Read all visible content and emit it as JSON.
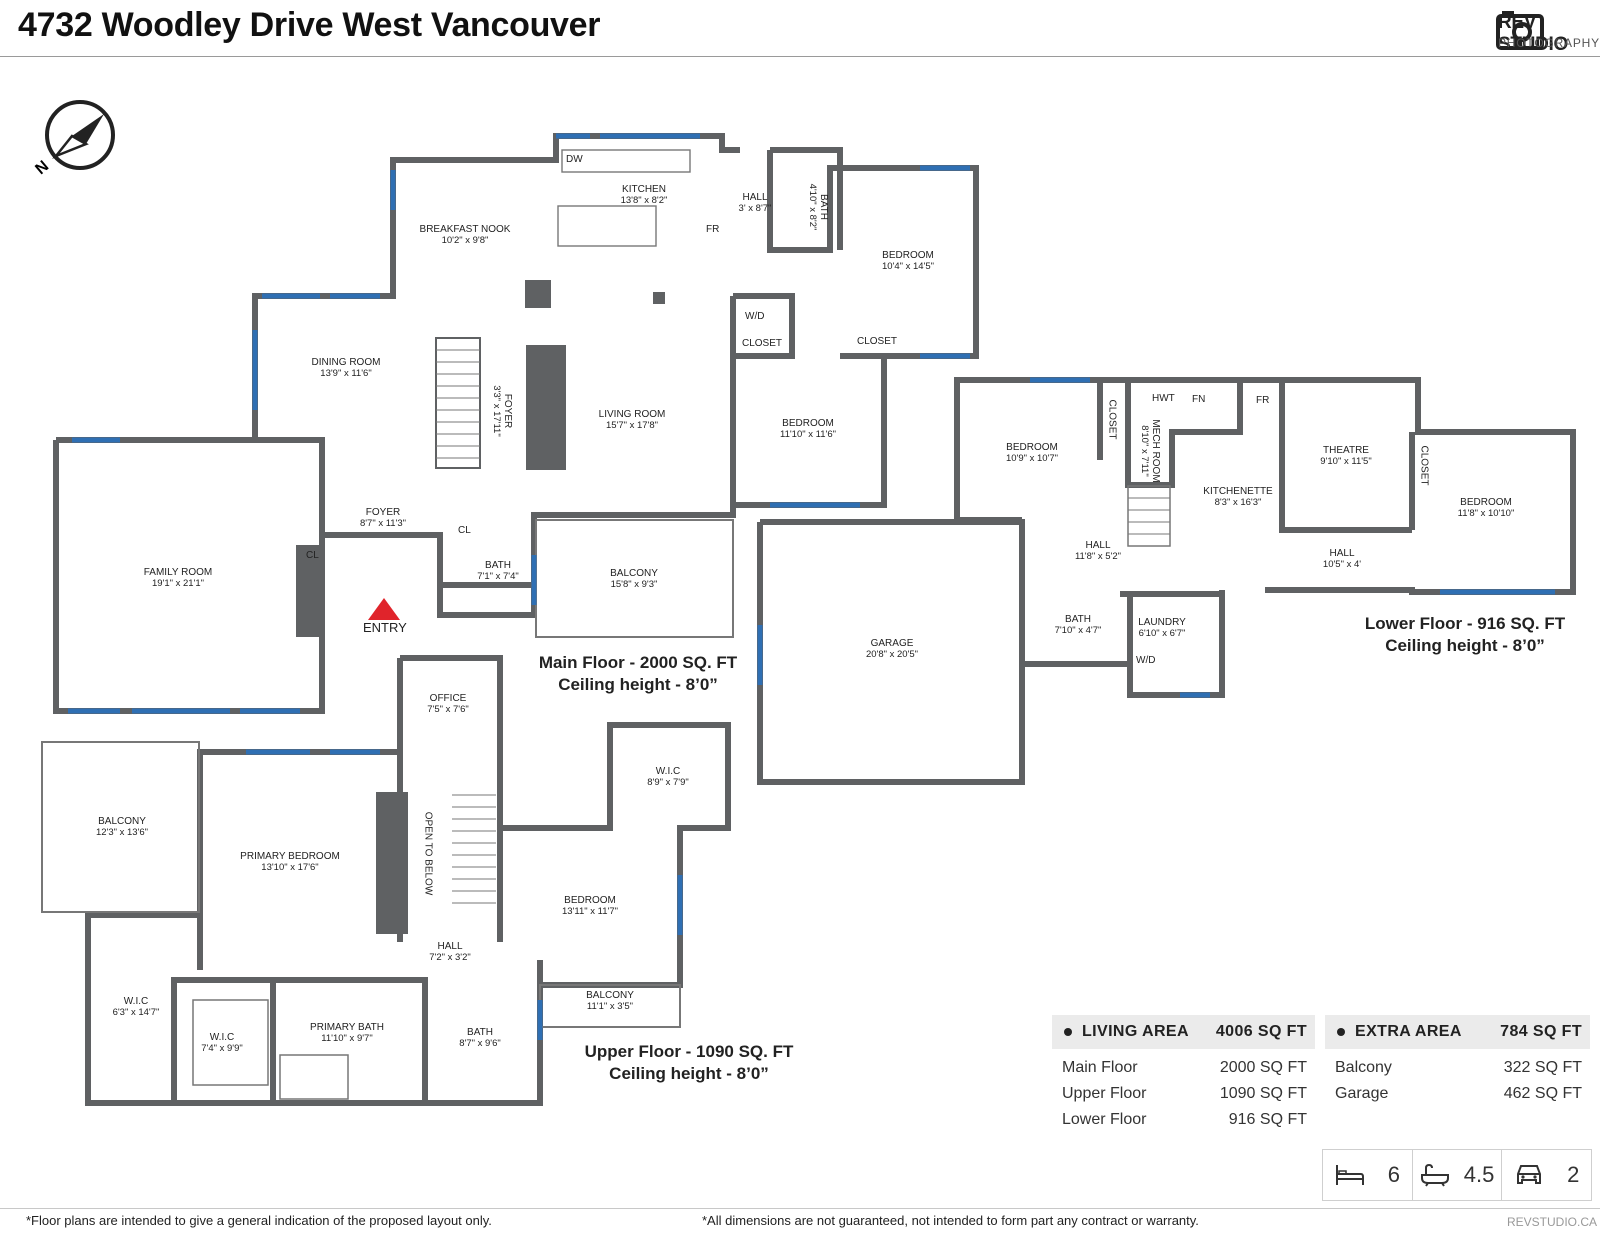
{
  "header": {
    "title": "4732 Woodley Drive West Vancouver",
    "brand_name": "REV STUDIO",
    "brand_sub": "PHOTOGRAPHY"
  },
  "compass": {
    "north_label": "N"
  },
  "entry_label": "ENTRY",
  "fixtures": [
    "DW",
    "FR",
    "W/D",
    "CLOSET",
    "CL",
    "HWT",
    "FN",
    "W/D"
  ],
  "rooms": {
    "kitchen": {
      "name": "KITCHEN",
      "dim": "13'8\" x 8'2\""
    },
    "breakfast_nook": {
      "name": "BREAKFAST NOOK",
      "dim": "10'2\" x 9'8\""
    },
    "hall_main": {
      "name": "HALL",
      "dim": "3' x 8'7\""
    },
    "bath_main_upper": {
      "name": "BATH",
      "dim": "4'10\" x 8'2\""
    },
    "bedroom_main_1": {
      "name": "BEDROOM",
      "dim": "10'4\" x 14'5\""
    },
    "dining_room": {
      "name": "DINING ROOM",
      "dim": "13'9\" x 11'6\""
    },
    "foyer_stair": {
      "name": "FOYER",
      "dim": "3'3\" x 17'11\""
    },
    "living_room": {
      "name": "LIVING ROOM",
      "dim": "15'7\" x 17'8\""
    },
    "bedroom_main_2": {
      "name": "BEDROOM",
      "dim": "11'10\" x 11'6\""
    },
    "family_room": {
      "name": "FAMILY ROOM",
      "dim": "19'1\" x 21'1\""
    },
    "foyer": {
      "name": "FOYER",
      "dim": "8'7\" x 11'3\""
    },
    "bath_main": {
      "name": "BATH",
      "dim": "7'1\" x 7'4\""
    },
    "balcony_main": {
      "name": "BALCONY",
      "dim": "15'8\" x 9'3\""
    },
    "office": {
      "name": "OFFICE",
      "dim": "7'5\" x 7'6\""
    },
    "wic_upper_1": {
      "name": "W.I.C",
      "dim": "8'9\" x 7'9\""
    },
    "balcony_upper_1": {
      "name": "BALCONY",
      "dim": "12'3\" x 13'6\""
    },
    "primary_bedroom": {
      "name": "PRIMARY BEDROOM",
      "dim": "13'10\" x 17'6\""
    },
    "open_to_below": {
      "name": "OPEN TO BELOW",
      "dim": ""
    },
    "bedroom_upper": {
      "name": "BEDROOM",
      "dim": "13'11\" x 11'7\""
    },
    "hall_upper": {
      "name": "HALL",
      "dim": "7'2\" x 3'2\""
    },
    "wic_upper_2": {
      "name": "W.I.C",
      "dim": "6'3\" x 14'7\""
    },
    "wic_upper_3": {
      "name": "W.I.C",
      "dim": "7'4\" x 9'9\""
    },
    "primary_bath": {
      "name": "PRIMARY BATH",
      "dim": "11'10\" x 9'7\""
    },
    "bath_upper": {
      "name": "BATH",
      "dim": "8'7\" x 9'6\""
    },
    "balcony_upper_2": {
      "name": "BALCONY",
      "dim": "11'1\" x 3'5\""
    },
    "bedroom_lower_1": {
      "name": "BEDROOM",
      "dim": "10'9\" x 10'7\""
    },
    "closet_lower_1": {
      "name": "CLOSET",
      "dim": ""
    },
    "mech_room": {
      "name": "MECH ROOM",
      "dim": "8'10\" x 7'11\""
    },
    "kitchenette": {
      "name": "KITCHENETTE",
      "dim": "8'3\" x 16'3\""
    },
    "theatre": {
      "name": "THEATRE",
      "dim": "9'10\" x 11'5\""
    },
    "closet_lower_2": {
      "name": "CLOSET",
      "dim": ""
    },
    "bedroom_lower_2": {
      "name": "BEDROOM",
      "dim": "11'8\" x 10'10\""
    },
    "hall_lower_1": {
      "name": "HALL",
      "dim": "11'8\" x 5'2\""
    },
    "hall_lower_2": {
      "name": "HALL",
      "dim": "10'5\" x 4'"
    },
    "garage": {
      "name": "GARAGE",
      "dim": "20'8\" x 20'5\""
    },
    "bath_lower": {
      "name": "BATH",
      "dim": "7'10\" x 4'7\""
    },
    "laundry": {
      "name": "LAUNDRY",
      "dim": "6'10\" x 6'7\""
    }
  },
  "floors": {
    "main": {
      "title": "Main Floor - 2000 SQ. FT",
      "ceiling": "Ceiling height - 8’0”"
    },
    "upper": {
      "title": "Upper Floor - 1090 SQ. FT",
      "ceiling": "Ceiling height - 8’0”"
    },
    "lower": {
      "title": "Lower Floor - 916  SQ. FT",
      "ceiling": "Ceiling height - 8’0”"
    }
  },
  "living_area": {
    "label": "LIVING AREA",
    "total": "4006 SQ FT",
    "rows": [
      {
        "name": "Main Floor",
        "value": "2000 SQ FT"
      },
      {
        "name": "Upper Floor",
        "value": "1090 SQ FT"
      },
      {
        "name": "Lower Floor",
        "value": "916 SQ FT"
      }
    ]
  },
  "extra_area": {
    "label": "EXTRA AREA",
    "total": "784 SQ FT",
    "rows": [
      {
        "name": "Balcony",
        "value": "322 SQ FT"
      },
      {
        "name": "Garage",
        "value": "462 SQ FT"
      }
    ]
  },
  "summary": {
    "bedrooms": "6",
    "bathrooms": "4.5",
    "parking": "2"
  },
  "footer": {
    "left": "*Floor plans are intended to give a general indication of the proposed layout only.",
    "right": "*All dimensions are not guaranteed, not intended to form part any contract or warranty.",
    "url": "REVSTUDIO.CA"
  },
  "colors": {
    "wall": "#5f6163",
    "window": "#2f6fb3",
    "entry": "#e0242b",
    "panel": "#ebebeb"
  }
}
